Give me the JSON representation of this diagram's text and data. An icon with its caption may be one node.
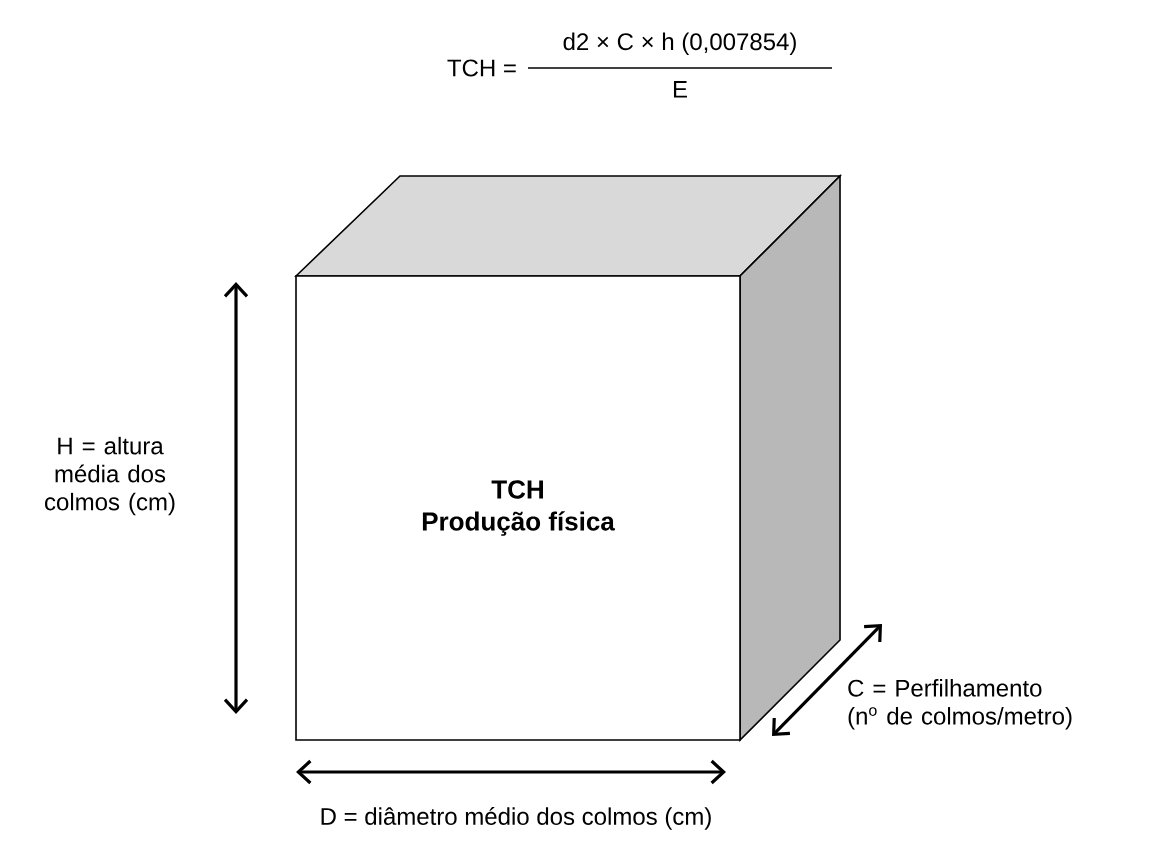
{
  "diagram": {
    "nodes": [
      {
        "text": [
          "TCH",
          "Produção física"
        ]
      }
    ],
    "labels": [
      "TCH =",
      "d2 × C × h (0,007854)",
      "E",
      "H = altura média dos colmos (cm)",
      "D = diâmetro médio dos colmos (cm)",
      "C = Perfilhamento (n$^{o}$ de colmos/metro)"
    ]
  }
}
